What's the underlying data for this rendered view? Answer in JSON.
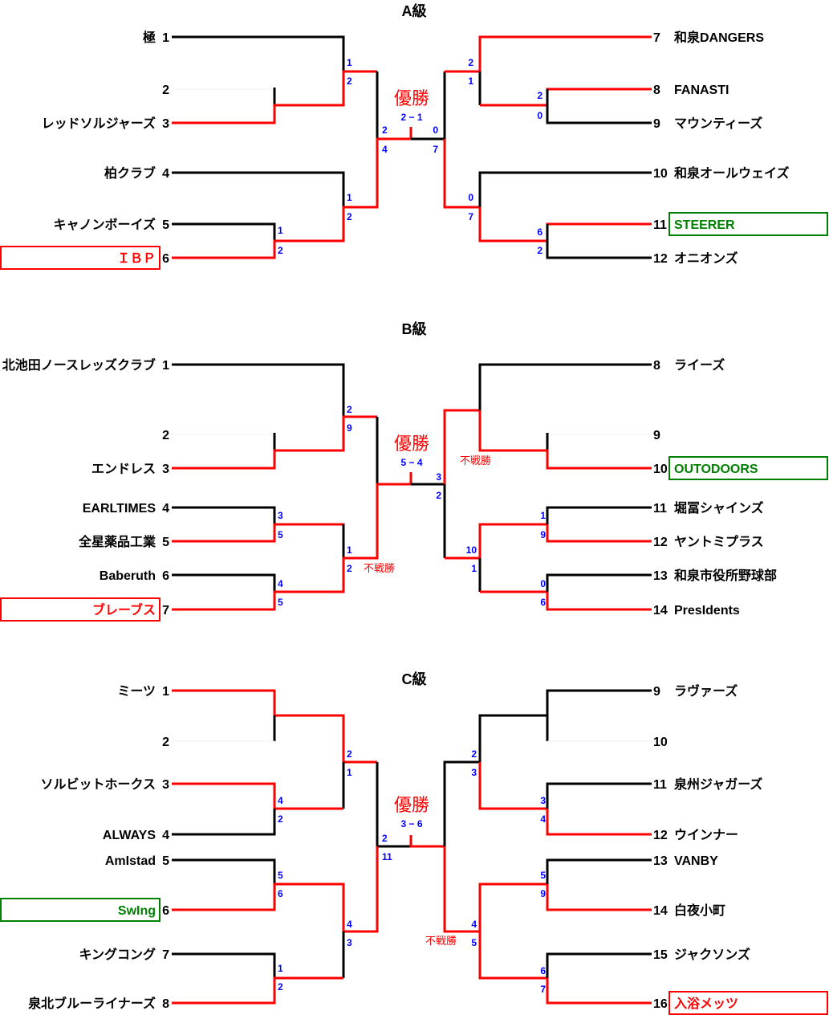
{
  "colors": {
    "win_line": "#ff0000",
    "lose_line": "#000000",
    "score": "#0000ff",
    "champion_box": "#ff0000",
    "runner_up_box": "#008000"
  },
  "champion_label": "優勝",
  "walkover_label": "不戦勝",
  "brackets": [
    {
      "title": "A級",
      "final_score": "2 − 1",
      "left_teams": [
        {
          "seed": "1",
          "name": "極"
        },
        {
          "seed": "2",
          "name": ""
        },
        {
          "seed": "3",
          "name": "レッドソルジャーズ"
        },
        {
          "seed": "4",
          "name": "柏クラブ"
        },
        {
          "seed": "5",
          "name": "キャノンボーイズ"
        },
        {
          "seed": "6",
          "name": "ＩＢＰ",
          "highlight": "champion"
        }
      ],
      "right_teams": [
        {
          "seed": "7",
          "name": "和泉DANGERS"
        },
        {
          "seed": "8",
          "name": "FANASTI"
        },
        {
          "seed": "9",
          "name": "マウンティーズ"
        },
        {
          "seed": "10",
          "name": "和泉オールウェイズ"
        },
        {
          "seed": "11",
          "name": "STEERER",
          "highlight": "runner_up"
        },
        {
          "seed": "12",
          "name": "オニオンズ"
        }
      ],
      "scores": [
        "1",
        "2",
        "1",
        "2",
        "1",
        "2",
        "2",
        "4",
        "2",
        "1",
        "2",
        "0",
        "0",
        "7",
        "6",
        "2",
        "0",
        "7"
      ]
    },
    {
      "title": "B級",
      "final_score": "5 − 4",
      "left_teams": [
        {
          "seed": "1",
          "name": "北池田ノースレッズクラブ"
        },
        {
          "seed": "2",
          "name": ""
        },
        {
          "seed": "3",
          "name": "エンドレス"
        },
        {
          "seed": "4",
          "name": "EARLTIMES"
        },
        {
          "seed": "5",
          "name": "全星薬品工業"
        },
        {
          "seed": "6",
          "name": "Baberuth"
        },
        {
          "seed": "7",
          "name": "ブレーブス",
          "highlight": "champion"
        }
      ],
      "right_teams": [
        {
          "seed": "8",
          "name": "ライーズ"
        },
        {
          "seed": "9",
          "name": ""
        },
        {
          "seed": "10",
          "name": "OUTODOORS",
          "highlight": "runner_up"
        },
        {
          "seed": "11",
          "name": "堀冨シャインズ"
        },
        {
          "seed": "12",
          "name": "ヤントミプラス"
        },
        {
          "seed": "13",
          "name": "和泉市役所野球部"
        },
        {
          "seed": "14",
          "name": "PresIdents"
        }
      ],
      "scores": [
        "2",
        "9",
        "3",
        "5",
        "4",
        "5",
        "1",
        "2",
        "3",
        "2",
        "1",
        "9",
        "0",
        "6",
        "10",
        "1"
      ]
    },
    {
      "title": "C級",
      "final_score": "3 − 6",
      "left_teams": [
        {
          "seed": "1",
          "name": "ミーツ"
        },
        {
          "seed": "2",
          "name": ""
        },
        {
          "seed": "3",
          "name": "ソルビットホークス"
        },
        {
          "seed": "4",
          "name": "ALWAYS"
        },
        {
          "seed": "5",
          "name": "AmIstad"
        },
        {
          "seed": "6",
          "name": "SwIng",
          "highlight": "runner_up"
        },
        {
          "seed": "7",
          "name": "キングコング"
        },
        {
          "seed": "8",
          "name": "泉北ブルーライナーズ"
        }
      ],
      "right_teams": [
        {
          "seed": "9",
          "name": "ラヴァーズ"
        },
        {
          "seed": "10",
          "name": ""
        },
        {
          "seed": "11",
          "name": "泉州ジャガーズ"
        },
        {
          "seed": "12",
          "name": "ウインナー"
        },
        {
          "seed": "13",
          "name": "VANBY"
        },
        {
          "seed": "14",
          "name": "白夜小町"
        },
        {
          "seed": "15",
          "name": "ジャクソンズ"
        },
        {
          "seed": "16",
          "name": "入浴メッツ",
          "highlight": "champion"
        }
      ],
      "scores": [
        "2",
        "1",
        "4",
        "2",
        "5",
        "6",
        "4",
        "3",
        "1",
        "2",
        "2",
        "11",
        "2",
        "3",
        "3",
        "4",
        "5",
        "9",
        "4",
        "5",
        "6",
        "7"
      ]
    }
  ]
}
